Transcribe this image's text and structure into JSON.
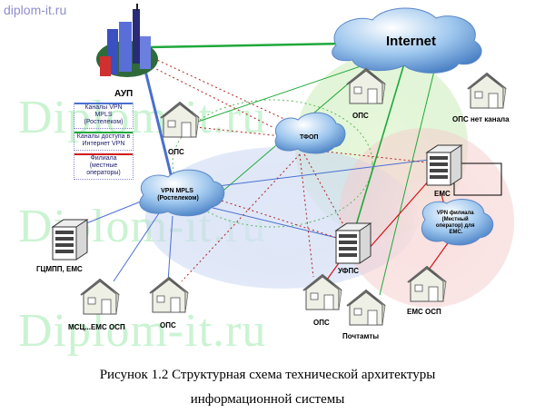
{
  "watermark": {
    "top_text": "diplom-it.ru",
    "big_text": "Diplom-it.ru"
  },
  "nodes": {
    "aup": "АУП",
    "internet": "Internet",
    "ops_top": "ОПС",
    "ops_no_channel": "ОПС нет канала",
    "ops_left": "ОПС",
    "tfop": "ТФОП",
    "ems": "ЕМС",
    "vpn_mpls": "VPN MPLS (Ростелеком)",
    "vpn_branch": "VPN филиала (Местный оператор) для ЕМС",
    "gcmpp": "ГЦМПП, ЕМС",
    "ufps": "УФПС",
    "msc_ems_osp": "МСЦ...ЕМС ОСП",
    "ops_bottom_left": "ОПС",
    "ops_bottom_center": "ОПС",
    "post_office": "Почтамты",
    "ems_osp": "ЕМС ОСП"
  },
  "legend": {
    "items": [
      {
        "label": "Каналы VPN MPLS (Ростелеком)",
        "color": "#4a6fd0"
      },
      {
        "label": "Каналы доступа в Интернет VPN",
        "color": "#1fa83a"
      },
      {
        "label": "Филиала (местные операторы)",
        "color": "#d01818"
      }
    ]
  },
  "caption": {
    "line1": "Рисунок 1.2 Структурная схема технической архитектуры",
    "line2": "информационной системы"
  }
}
